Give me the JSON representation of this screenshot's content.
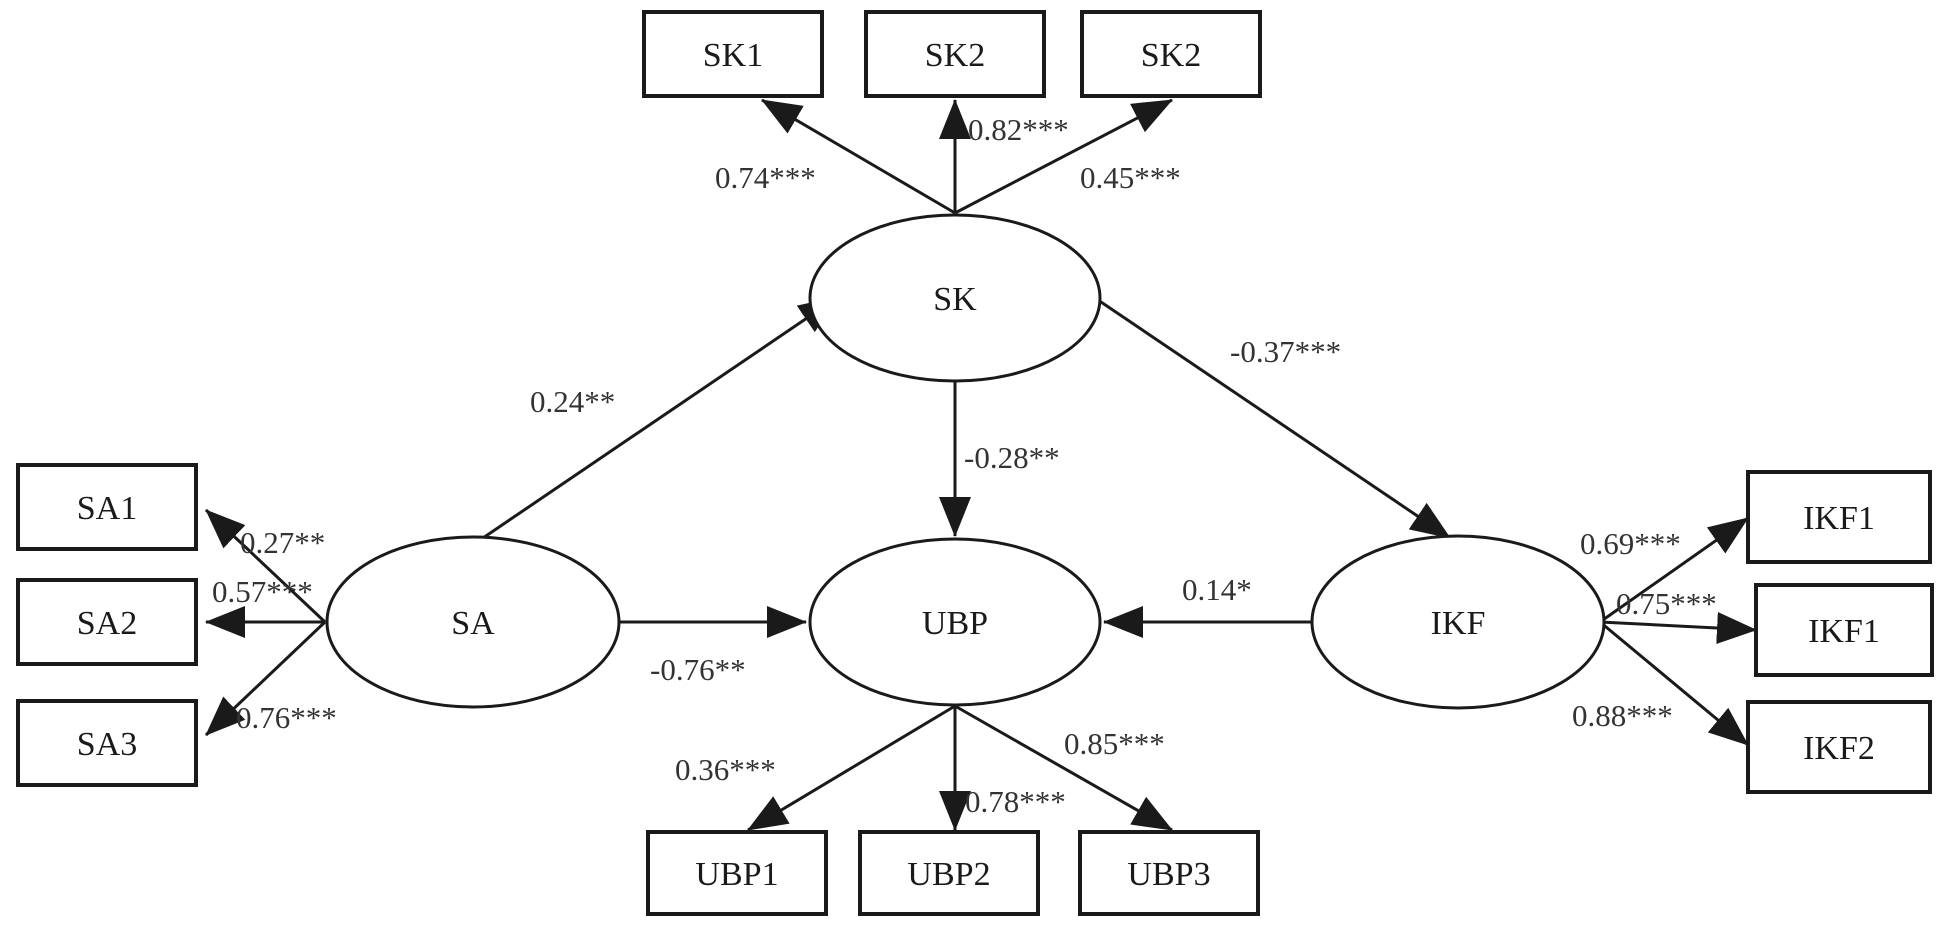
{
  "colors": {
    "ink": "#1a1a1a",
    "label": "#333333",
    "background": "#ffffff"
  },
  "nodes": {
    "SK1": {
      "label": "SK1",
      "kind": "observed"
    },
    "SK2a": {
      "label": "SK2",
      "kind": "observed"
    },
    "SK2b": {
      "label": "SK2",
      "kind": "observed"
    },
    "SA1": {
      "label": "SA1",
      "kind": "observed"
    },
    "SA2": {
      "label": "SA2",
      "kind": "observed"
    },
    "SA3": {
      "label": "SA3",
      "kind": "observed"
    },
    "IKF1a": {
      "label": "IKF1",
      "kind": "observed"
    },
    "IKF1b": {
      "label": "IKF1",
      "kind": "observed"
    },
    "IKF2": {
      "label": "IKF2",
      "kind": "observed"
    },
    "UBP1": {
      "label": "UBP1",
      "kind": "observed"
    },
    "UBP2": {
      "label": "UBP2",
      "kind": "observed"
    },
    "UBP3": {
      "label": "UBP3",
      "kind": "observed"
    },
    "SK": {
      "label": "SK",
      "kind": "latent"
    },
    "SA": {
      "label": "SA",
      "kind": "latent"
    },
    "UBP": {
      "label": "UBP",
      "kind": "latent"
    },
    "IKF": {
      "label": "IKF",
      "kind": "latent"
    }
  },
  "edges": [
    {
      "id": "sk-sk1",
      "from": "SK",
      "to": "SK1",
      "label": "0.74***"
    },
    {
      "id": "sk-sk2a",
      "from": "SK",
      "to": "SK2a",
      "label": "0.82***"
    },
    {
      "id": "sk-sk2b",
      "from": "SK",
      "to": "SK2b",
      "label": "0.45***"
    },
    {
      "id": "sa-sk",
      "from": "SA",
      "to": "SK",
      "label": "0.24**"
    },
    {
      "id": "sk-ikf",
      "from": "SK",
      "to": "IKF",
      "label": "-0.37***"
    },
    {
      "id": "sk-ubp",
      "from": "SK",
      "to": "UBP",
      "label": "-0.28**"
    },
    {
      "id": "sa-sa1",
      "from": "SA",
      "to": "SA1",
      "label": "0.27**"
    },
    {
      "id": "sa-sa2",
      "from": "SA",
      "to": "SA2",
      "label": "0.57***"
    },
    {
      "id": "sa-sa3",
      "from": "SA",
      "to": "SA3",
      "label": "0.76***"
    },
    {
      "id": "sa-ubp",
      "from": "SA",
      "to": "UBP",
      "label": "-0.76**"
    },
    {
      "id": "ikf-ubp",
      "from": "IKF",
      "to": "UBP",
      "label": "0.14*"
    },
    {
      "id": "ikf-ikf1a",
      "from": "IKF",
      "to": "IKF1a",
      "label": "0.69***"
    },
    {
      "id": "ikf-ikf1b",
      "from": "IKF",
      "to": "IKF1b",
      "label": "0.75***"
    },
    {
      "id": "ikf-ikf2",
      "from": "IKF",
      "to": "IKF2",
      "label": "0.88***"
    },
    {
      "id": "ubp-ubp1",
      "from": "UBP",
      "to": "UBP1",
      "label": "0.36***"
    },
    {
      "id": "ubp-ubp2",
      "from": "UBP",
      "to": "UBP2",
      "label": "0.78***"
    },
    {
      "id": "ubp-ubp3",
      "from": "UBP",
      "to": "UBP3",
      "label": "0.85***"
    }
  ]
}
